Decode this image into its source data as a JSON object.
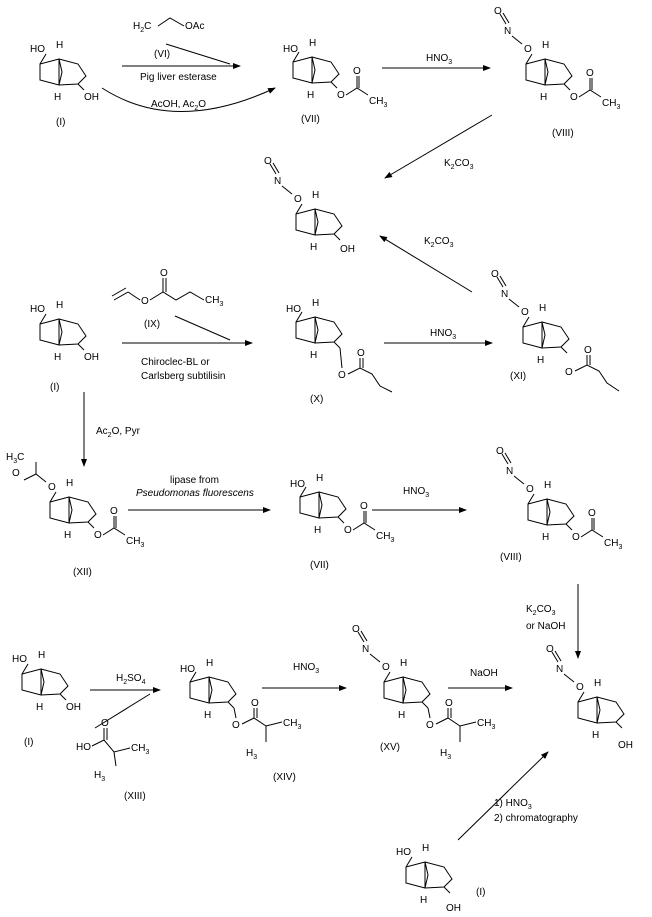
{
  "title": "Synthesis scheme of bicyclo[3.3.0]octane-2,6-diol mono-nitrate",
  "compound_labels": {
    "I_a": "(I)",
    "VII_a": "(VII)",
    "VIII_a": "(VIII)",
    "I_b": "(I)",
    "IX": "(IX)",
    "X": "(X)",
    "XI": "(XI)",
    "XII": "(XII)",
    "VII_b": "(VII)",
    "VIII_b": "(VIII)",
    "I_c": "(I)",
    "XIII": "(XIII)",
    "XIV": "(XIV)",
    "XV": "(XV)",
    "VI": "(VI)",
    "I_d": "(I)"
  },
  "reagents": {
    "pig_liver_esterase": "Pig liver esterase",
    "acoh_ac2o_pre": "AcOH, Ac",
    "acoh_ac2o_sub": "2",
    "acoh_ac2o_post": "O",
    "hno3": "HNO",
    "sub3": "3",
    "k2co3": "K",
    "k2co3_mid": "CO",
    "sub2": "2",
    "chiroclec": "Chiroclec-BL  or",
    "carlsberg": "Carlsberg subtilisin",
    "ac2o_pyr_pre": "Ac",
    "ac2o_pyr_post": "O,  Pyr",
    "lipase_line1": "lipase from",
    "lipase_line2": "Pseudomonas fluorescens",
    "k2co3_or_naoh_line2": "or NaOH",
    "h2so4_pre": "H",
    "h2so4_mid": "SO",
    "sub4": "4",
    "naoh": "NaOH",
    "step1": "1)  HNO",
    "step2": "2)  chromatography"
  },
  "atoms": {
    "OH": "OH",
    "HO": "HO",
    "H": "H",
    "O": "O",
    "N": "N",
    "OAc": "OAc",
    "H2C_pre": "H",
    "C": "C",
    "CH3_pre": "CH",
    "H3C_pre": "H"
  }
}
